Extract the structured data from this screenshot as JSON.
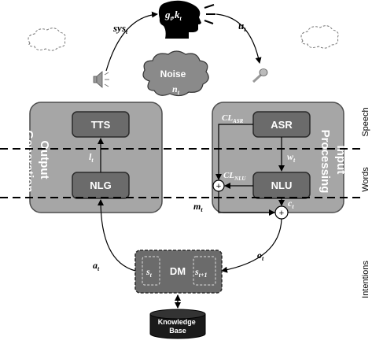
{
  "top": {
    "sys_label": "sys",
    "sys_sub": "t",
    "user_label": "g",
    "user_sub1": "t",
    "user_mid": ",k",
    "user_sub2": "t",
    "u_label": "u",
    "u_sub": "t",
    "noise_label": "Noise",
    "noise_var": "n",
    "noise_sub": "t"
  },
  "output_generation": {
    "title_line1": "Output",
    "title_line2": "Generation",
    "tts": "TTS",
    "nlg": "NLG",
    "l_label": "l",
    "l_sub": "t"
  },
  "input_processing": {
    "title_line1": "Input",
    "title_line2": "Processing",
    "asr": "ASR",
    "nlu": "NLU",
    "cl_asr": "CL",
    "cl_asr_sub": "ASR",
    "cl_nlu": "CL",
    "cl_nlu_sub": "NLU",
    "w_label": "w",
    "w_sub": "t",
    "c_label": "c",
    "c_sub": "t",
    "plus": "+"
  },
  "flow": {
    "m_label": "m",
    "m_sub": "t",
    "o_label": "o",
    "o_sub": "t",
    "a_label": "a",
    "a_sub": "t"
  },
  "dm": {
    "label": "DM",
    "s_left": "s",
    "s_left_sub": "t",
    "s_right": "s",
    "s_right_sub": "t+1"
  },
  "knowledge_base": {
    "line1": "Knowledge",
    "line2": "Base"
  },
  "levels": [
    "Speech",
    "Words",
    "Intentions"
  ],
  "colors": {
    "panel": "#a6a6a6",
    "panel_border": "#4d4d4d",
    "box": "#6b6b6b",
    "box_border": "#2b2b2b",
    "cloud": "#8a8a8a",
    "database": "#1a1a1a"
  }
}
